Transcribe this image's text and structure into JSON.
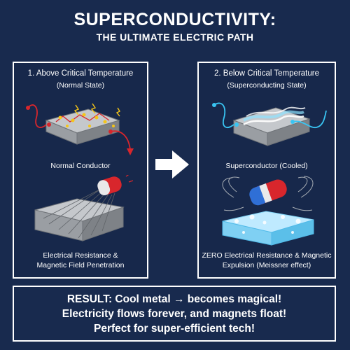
{
  "header": {
    "title": "SUPERCONDUCTIVITY:",
    "subtitle": "THE ULTIMATE ELECTRIC PATH"
  },
  "left_panel": {
    "heading": "1. Above Critical Temperature",
    "subheading": "(Normal State)",
    "conductor_caption": "Normal Conductor",
    "bottom_caption_line1": "Electrical Resistance &",
    "bottom_caption_line2": "Magnetic Field Penetration"
  },
  "right_panel": {
    "heading": "2. Below Critical Temperature",
    "subheading": "(Superconducting State)",
    "conductor_caption": "Superconductor (Cooled)",
    "bottom_caption_line1": "ZERO Electrical Resistance & Magnetic",
    "bottom_caption_line2": "Expulsion (Meissner effect)"
  },
  "result": {
    "line1": "RESULT: Cool metal → becomes magical!",
    "line2": "Electricity flows forever, and magnets float!",
    "line3": "Perfect for super-efficient tech!"
  },
  "colors": {
    "background": "#182a4e",
    "accent_red": "#d8262c",
    "accent_blue": "#39c4f2",
    "spark_yellow": "#f5c518"
  }
}
